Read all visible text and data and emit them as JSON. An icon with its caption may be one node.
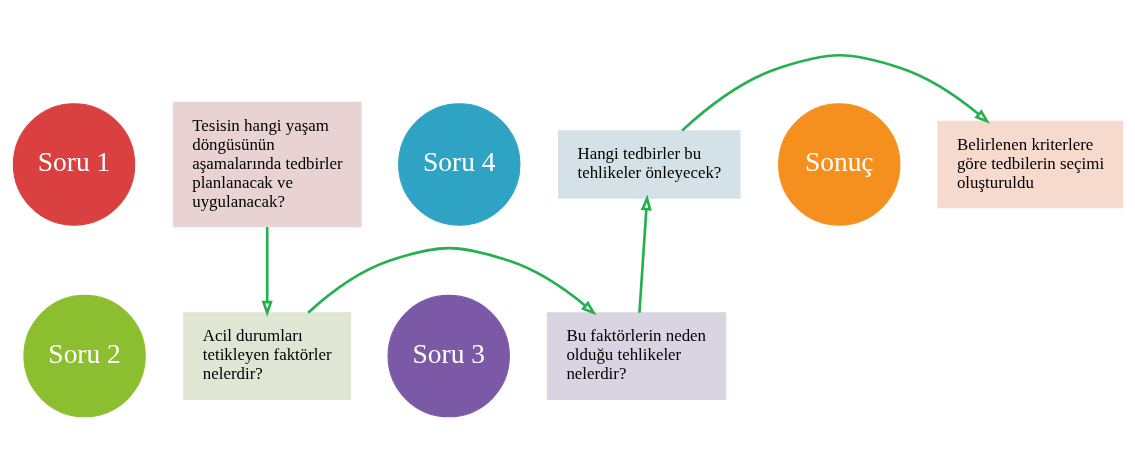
{
  "diagram": {
    "nodes": [
      {
        "text": [
          "Soru 1"
        ]
      },
      {
        "text": [
          "Tesisin hangi yaşam döngüsünün aşamalarında tedbirler planlanacak ve uygulanacak?"
        ]
      },
      {
        "text": [
          "Soru 2"
        ]
      },
      {
        "text": [
          "Acil durumları tetikleyen faktörler nelerdir?"
        ]
      },
      {
        "text": [
          "Soru 3"
        ]
      },
      {
        "text": [
          "Bu faktörlerin neden olduğu tehlikeler nelerdir?"
        ]
      },
      {
        "text": [
          "Soru 4"
        ]
      },
      {
        "text": [
          "Hangi tedbirler bu tehlikeler önleyecek?"
        ]
      },
      {
        "text": [
          "Sonuç"
        ]
      },
      {
        "text": [
          "Belirlenen kriterlere göre tedbilerin seçimi oluşturuldu"
        ]
      }
    ],
    "edges": [
      {
        "from": 1,
        "to": 3,
        "arrow": "to"
      },
      {
        "from": 3,
        "to": 5,
        "arrow": "to"
      },
      {
        "from": 5,
        "to": 7,
        "arrow": "to"
      },
      {
        "from": 7,
        "to": 9,
        "arrow": "to"
      }
    ]
  }
}
